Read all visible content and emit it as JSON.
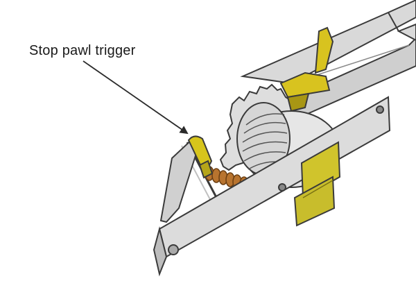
{
  "diagram": {
    "callout": {
      "label": "Stop pawl trigger",
      "target": "stop-pawl-trigger"
    },
    "parts": [
      {
        "name": "frame-rail",
        "color": "#d9d9d9"
      },
      {
        "name": "gear-drum",
        "color": "#e3e3e3"
      },
      {
        "name": "spring",
        "color": "#b8742f"
      },
      {
        "name": "stop-pawl-trigger",
        "color": "#d7c51c"
      },
      {
        "name": "clamp",
        "color": "#d8c31f"
      },
      {
        "name": "slide-plate",
        "color": "#c8bd2c"
      }
    ],
    "colors": {
      "outline": "#3a3a3a",
      "metal": "#d9d9d9",
      "metal_shadow": "#b8b8b8",
      "yellow": "#d8c31f",
      "yellow_shadow": "#a89614",
      "copper": "#b8742f"
    }
  }
}
